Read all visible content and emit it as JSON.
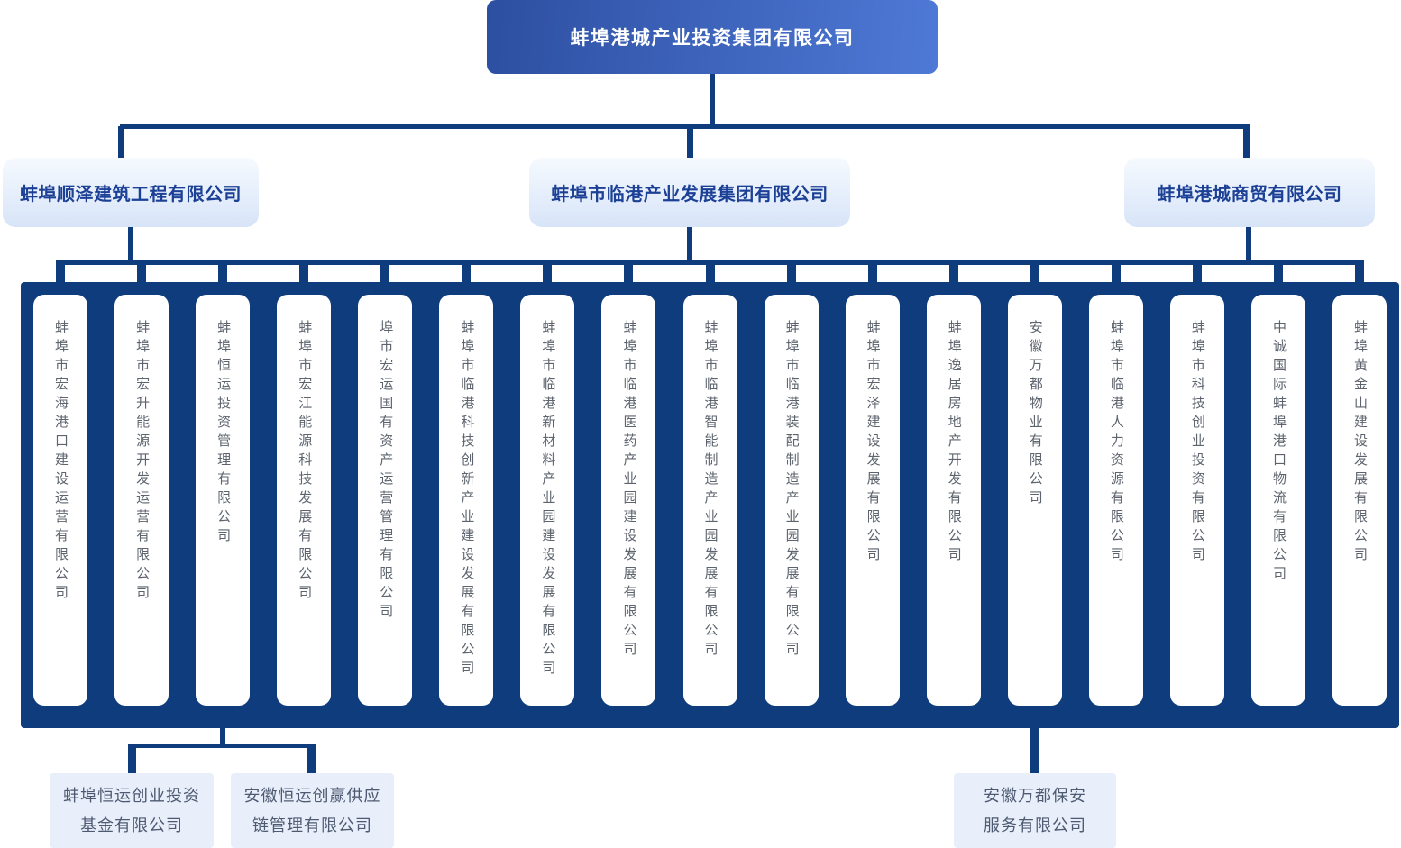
{
  "root": {
    "label": "蚌埠港城产业投资集团有限公司"
  },
  "level2": [
    {
      "label": "蚌埠顺泽建筑工程有限公司"
    },
    {
      "label": "蚌埠市临港产业发展集团有限公司"
    },
    {
      "label": "蚌埠港城商贸有限公司"
    }
  ],
  "subsidiaries": [
    "蚌埠市宏海港口建设运营有限公司",
    "蚌埠市宏升能源开发运营有限公司",
    "蚌埠恒运投资管理有限公司",
    "蚌埠市宏江能源科技发展有限公司",
    "埠市宏运国有资产运营管理有限公司",
    "蚌埠市临港科技创新产业建设发展有限公司",
    "蚌埠市临港新材料产业园建设发展有限公司",
    "蚌埠市临港医药产业园建设发展有限公司",
    "蚌埠市临港智能制造产业园发展有限公司",
    "蚌埠市临港装配制造产业园发展有限公司",
    "蚌埠市宏泽建设发展有限公司",
    "蚌埠逸居房地产开发有限公司",
    "安徽万都物业有限公司",
    "蚌埠市临港人力资源有限公司",
    "蚌埠市科技创业投资有限公司",
    "中诚国际蚌埠港口物流有限公司",
    "蚌埠黄金山建设发展有限公司"
  ],
  "level4": [
    {
      "line1": "蚌埠恒运创业投资",
      "line2": "基金有限公司"
    },
    {
      "line1": "安徽恒运创赢供应",
      "line2": "链管理有限公司"
    },
    {
      "line1": "安徽万都保安",
      "line2": "服务有限公司"
    }
  ],
  "colors": {
    "navy": "#0E3C7D",
    "root_gradient_start": "#2D4FA1",
    "root_gradient_end": "#4E79D6",
    "level2_gradient_start": "#F6FAFF",
    "level2_gradient_end": "#D7E4F8",
    "level2_text": "#1C4095",
    "level4_bg": "#E8EFFB",
    "level4_text": "#4E5A71",
    "subsidiary_text": "#5D646E",
    "subsidiary_bg": "#FFFFFF"
  }
}
